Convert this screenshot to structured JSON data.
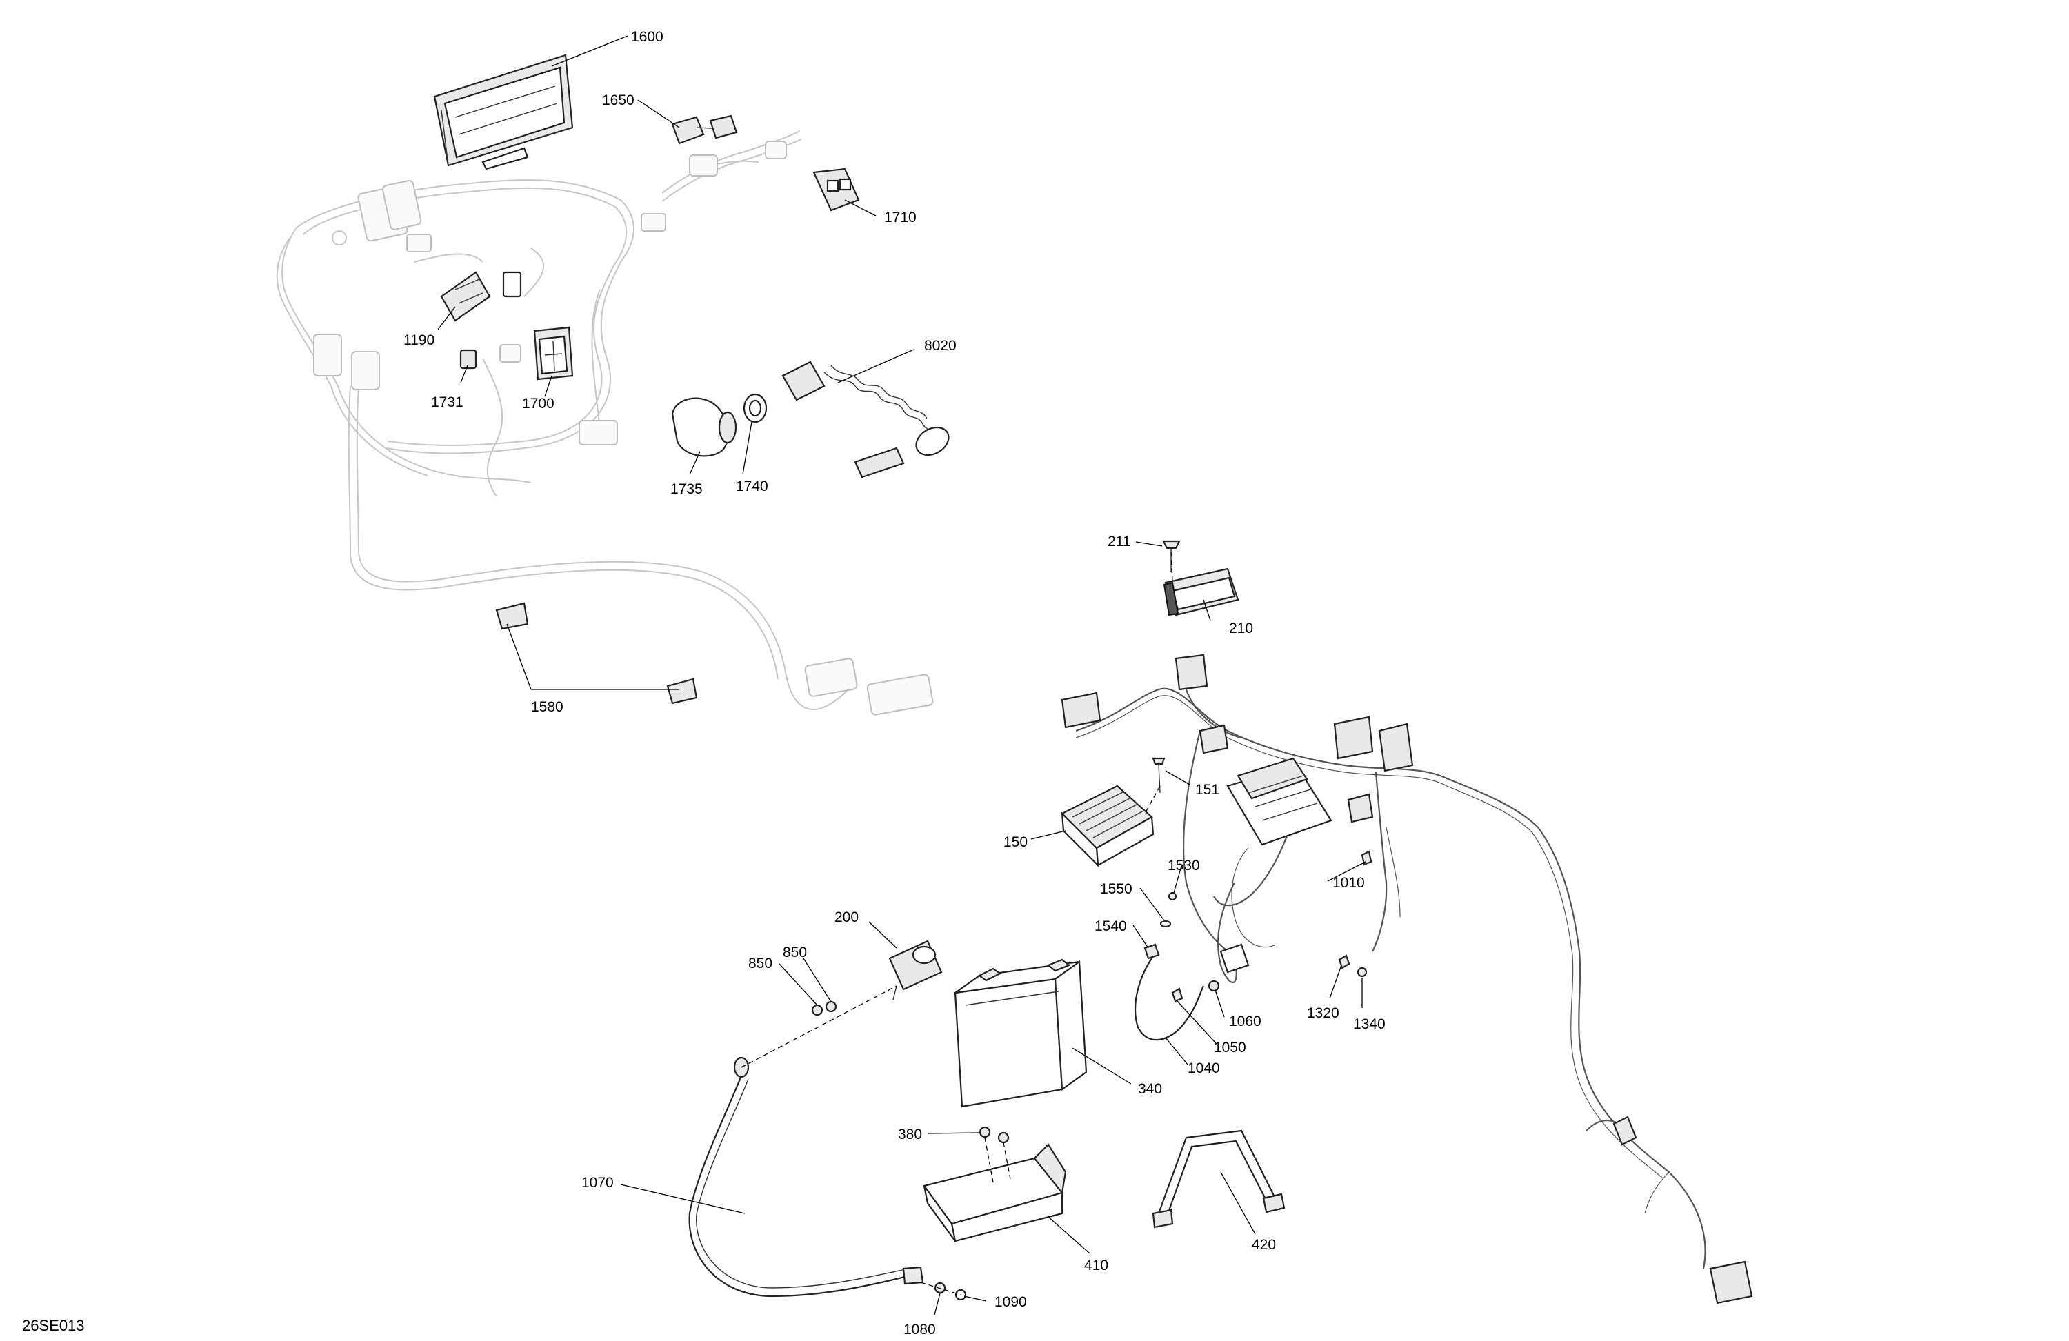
{
  "diagram": {
    "drawing_code": "26SE013",
    "callouts": [
      {
        "id": "1600",
        "label": "1600"
      },
      {
        "id": "1650",
        "label": "1650"
      },
      {
        "id": "1710",
        "label": "1710"
      },
      {
        "id": "1190",
        "label": "1190"
      },
      {
        "id": "1731",
        "label": "1731"
      },
      {
        "id": "1700",
        "label": "1700"
      },
      {
        "id": "8020",
        "label": "8020"
      },
      {
        "id": "1735",
        "label": "1735"
      },
      {
        "id": "1740",
        "label": "1740"
      },
      {
        "id": "1580",
        "label": "1580"
      },
      {
        "id": "211",
        "label": "211"
      },
      {
        "id": "210",
        "label": "210"
      },
      {
        "id": "151",
        "label": "151"
      },
      {
        "id": "150",
        "label": "150"
      },
      {
        "id": "1530",
        "label": "1530"
      },
      {
        "id": "1550",
        "label": "1550"
      },
      {
        "id": "1540",
        "label": "1540"
      },
      {
        "id": "1010",
        "label": "1010"
      },
      {
        "id": "200",
        "label": "200"
      },
      {
        "id": "850a",
        "label": "850"
      },
      {
        "id": "850b",
        "label": "850"
      },
      {
        "id": "1060",
        "label": "1060"
      },
      {
        "id": "1050",
        "label": "1050"
      },
      {
        "id": "1040",
        "label": "1040"
      },
      {
        "id": "1320",
        "label": "1320"
      },
      {
        "id": "1340",
        "label": "1340"
      },
      {
        "id": "340",
        "label": "340"
      },
      {
        "id": "380",
        "label": "380"
      },
      {
        "id": "1070",
        "label": "1070"
      },
      {
        "id": "410",
        "label": "410"
      },
      {
        "id": "420",
        "label": "420"
      },
      {
        "id": "1090",
        "label": "1090"
      },
      {
        "id": "1080",
        "label": "1080"
      }
    ]
  }
}
